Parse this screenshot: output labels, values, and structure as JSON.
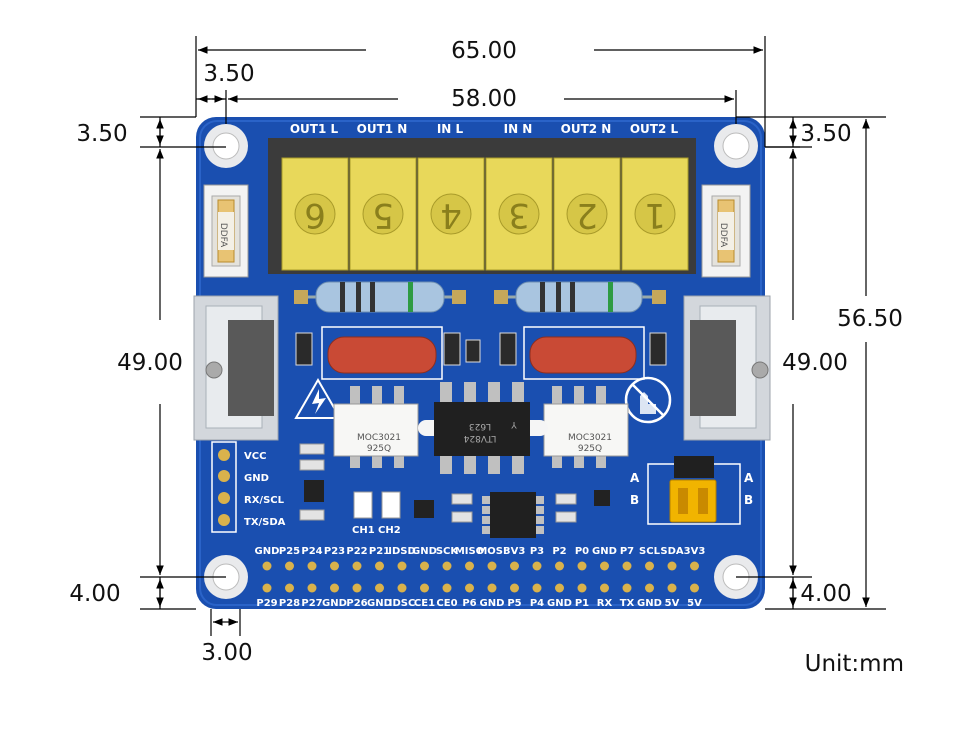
{
  "dimensions": {
    "overall_width": "65.00",
    "hole_offset_left": "3.50",
    "hole_spacing_horizontal": "58.00",
    "hole_offset_top_left": "3.50",
    "hole_offset_top_right": "3.50",
    "overall_height": "56.50",
    "hole_spacing_vertical_left": "49.00",
    "hole_spacing_vertical_right": "49.00",
    "hole_offset_bottom_left": "4.00",
    "hole_offset_bottom_right": "4.00",
    "hole_offset_bottom_horizontal": "3.00"
  },
  "unit_label": "Unit:mm",
  "terminal_labels": [
    "OUT1 L",
    "OUT1 N",
    "IN L",
    "IN N",
    "OUT2 N",
    "OUT2 L"
  ],
  "terminal_numbers": [
    "6",
    "5",
    "4",
    "3",
    "2",
    "1"
  ],
  "uart_labels": [
    "VCC",
    "GND",
    "RX/SCL",
    "TX/SDA"
  ],
  "channel_labels": [
    "CH1",
    "CH2"
  ],
  "jumper_labels": {
    "left_a": "A",
    "left_b": "B",
    "right_a": "A",
    "right_b": "B"
  },
  "header_top_labels": [
    "GND",
    "P25",
    "P24",
    "P23",
    "P22",
    "P21",
    "IDSD",
    "GND",
    "SCK",
    "MISO",
    "MOSI",
    "3V3",
    "P3",
    "P2",
    "P0",
    "GND",
    "P7",
    "SCL",
    "SDA",
    "3V3"
  ],
  "header_bottom_labels": [
    "P29",
    "P28",
    "P27",
    "GND",
    "P26",
    "GND",
    "IDSC",
    "CE1",
    "CE0",
    "P6",
    "GND",
    "P5",
    "P4",
    "GND",
    "P1",
    "RX",
    "TX",
    "GND",
    "5V",
    "5V"
  ],
  "chip_labels": {
    "opto_left_1": "MOC3021",
    "opto_left_2": "925Q",
    "opto_right_1": "MOC3021",
    "opto_right_2": "925Q",
    "center_1": "LTV824",
    "center_2": "L623",
    "center_3": "Y",
    "fuse_label": "DDFA"
  },
  "colors": {
    "pcb": "#1a4fb0",
    "terminal": "#e8d85a",
    "terminal_dark": "#3b3b3b",
    "resistor": "#a9c5e0",
    "capacitor": "#c94a35",
    "heatsink": "#d3d7dc",
    "jumper": "#f1b400"
  }
}
